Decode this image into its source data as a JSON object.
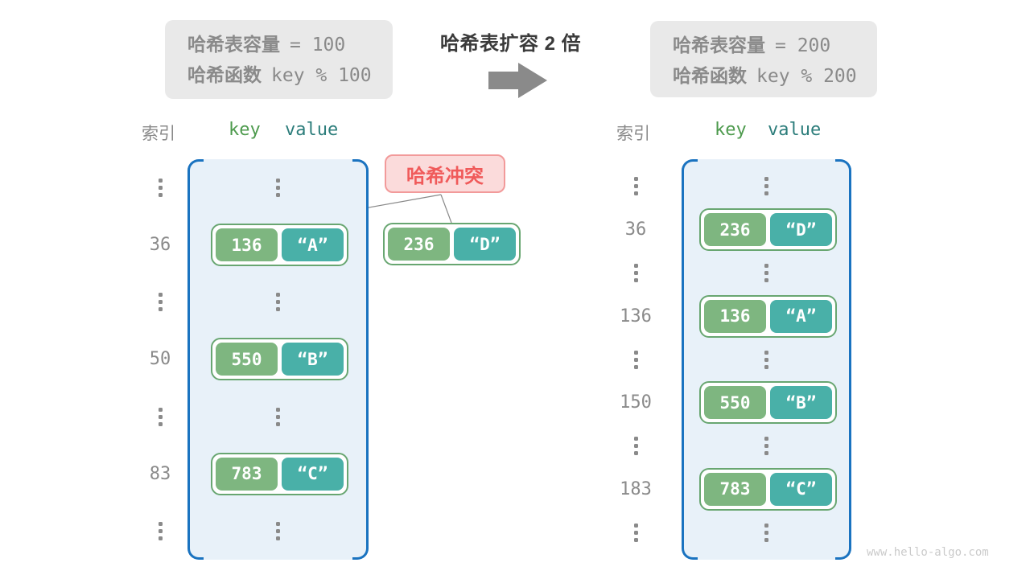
{
  "transform": {
    "title": "哈希表扩容 2 倍",
    "arrow_icon": "right-arrow"
  },
  "collision": {
    "label": "哈希冲突",
    "pair": {
      "key": "236",
      "value": "“D”"
    }
  },
  "left_panel": {
    "info_box": {
      "line1_label": "哈希表容量",
      "line1_value": "= 100",
      "line2_label": "哈希函数",
      "line2_value": "key % 100"
    },
    "headers": {
      "index": "索引",
      "key": "key",
      "value": "value"
    },
    "rows": [
      {
        "index": "36",
        "key": "136",
        "value": "“A”"
      },
      {
        "index": "50",
        "key": "550",
        "value": "“B”"
      },
      {
        "index": "83",
        "key": "783",
        "value": "“C”"
      }
    ]
  },
  "right_panel": {
    "info_box": {
      "line1_label": "哈希表容量",
      "line1_value": "= 200",
      "line2_label": "哈希函数",
      "line2_value": "key % 200"
    },
    "headers": {
      "index": "索引",
      "key": "key",
      "value": "value"
    },
    "rows": [
      {
        "index": "36",
        "key": "236",
        "value": "“D”"
      },
      {
        "index": "136",
        "key": "136",
        "value": "“A”"
      },
      {
        "index": "150",
        "key": "550",
        "value": "“B”"
      },
      {
        "index": "183",
        "key": "783",
        "value": "“C”"
      }
    ]
  },
  "watermark": "www.hello-algo.com",
  "colors": {
    "bucket_border": "#1a73c0",
    "bucket_bg": "#e8f1f9",
    "key_bg": "#7eb680",
    "value_bg": "#49b0a8",
    "pair_border": "#68a671",
    "collision_bg": "#fbdbdb",
    "collision_border": "#f29a9a",
    "collision_text": "#f05a5a",
    "muted_gray": "#8a8a8a",
    "info_box_bg": "#e9e9e9",
    "title_text": "#3a3a3a"
  }
}
